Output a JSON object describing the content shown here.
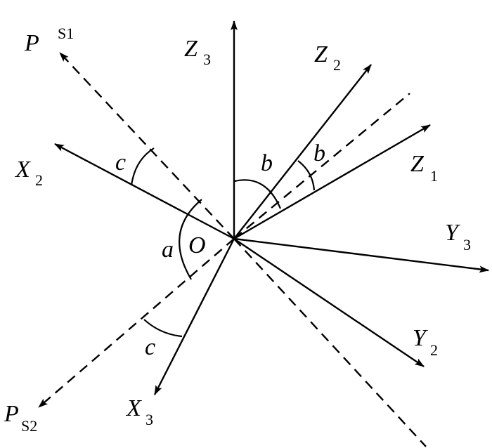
{
  "diagram": {
    "origin_label": "O",
    "axes": [
      {
        "id": "Z3",
        "letter": "Z",
        "sub": "3"
      },
      {
        "id": "Z2",
        "letter": "Z",
        "sub": "2"
      },
      {
        "id": "Z1",
        "letter": "Z",
        "sub": "1"
      },
      {
        "id": "Y3",
        "letter": "Y",
        "sub": "3"
      },
      {
        "id": "Y2",
        "letter": "Y",
        "sub": "2"
      },
      {
        "id": "X3",
        "letter": "X",
        "sub": "3"
      },
      {
        "id": "X2",
        "letter": "X",
        "sub": "2"
      },
      {
        "id": "PS1",
        "letter": "P",
        "sub": "S1"
      },
      {
        "id": "PS2",
        "letter": "P",
        "sub": "S2"
      }
    ],
    "angles": [
      {
        "id": "c_upper",
        "label": "c"
      },
      {
        "id": "b_left",
        "label": "b"
      },
      {
        "id": "b_right",
        "label": "b"
      },
      {
        "id": "a",
        "label": "a"
      },
      {
        "id": "c_lower",
        "label": "c"
      }
    ]
  }
}
